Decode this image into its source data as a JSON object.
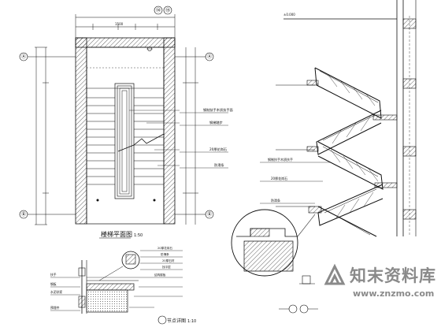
{
  "plan": {
    "caption": "楼梯平面图",
    "scale": "1:50",
    "axis_top_left": "⑭",
    "axis_top_right": "⑮",
    "axis_left_upper": "Ⓐ",
    "axis_left_lower": "Ⓑ",
    "axis_right_upper": "Ⓐ",
    "axis_right_lower": "Ⓑ",
    "callouts": [
      "钢制扶手木质扶手面",
      "钢梯踏步",
      "20厚花岗石",
      "防滑条"
    ]
  },
  "section": {
    "callouts": [
      "钢制扶手木质扶手",
      "20厚花岗石",
      "防滑条"
    ]
  },
  "detail": {
    "caption": "节点详图",
    "scale": "1:10",
    "callouts": [
      "扶手",
      "20厚花岗石",
      "防滑条",
      "钢板",
      "水泥砂浆",
      "预埋件",
      "20厚石材",
      "找平层",
      "结构楼板"
    ]
  },
  "watermark": {
    "brand": "知末资料库",
    "url": "www.znzmo.com"
  }
}
